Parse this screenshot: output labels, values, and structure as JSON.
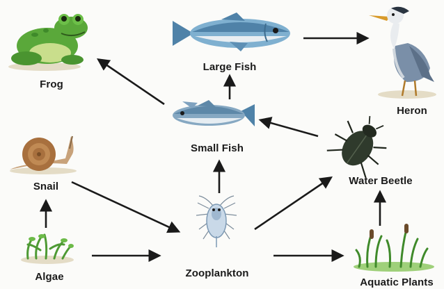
{
  "nodes": {
    "frog": {
      "label": "Frog",
      "icon": "frog-icon"
    },
    "large_fish": {
      "label": "Large Fish",
      "icon": "large-fish-icon"
    },
    "heron": {
      "label": "Heron",
      "icon": "heron-icon"
    },
    "small_fish": {
      "label": "Small Fish",
      "icon": "small-fish-icon"
    },
    "snail": {
      "label": "Snail",
      "icon": "snail-icon"
    },
    "water_beetle": {
      "label": "Water Beetle",
      "icon": "water-beetle-icon"
    },
    "algae": {
      "label": "Algae",
      "icon": "algae-icon"
    },
    "zooplankton": {
      "label": "Zooplankton",
      "icon": "zooplankton-icon"
    },
    "aquatic_plants": {
      "label": "Aquatic Plants",
      "icon": "aquatic-plants-icon"
    }
  },
  "edges": [
    {
      "from": "small_fish",
      "to": "frog"
    },
    {
      "from": "small_fish",
      "to": "large_fish"
    },
    {
      "from": "large_fish",
      "to": "heron"
    },
    {
      "from": "water_beetle",
      "to": "small_fish"
    },
    {
      "from": "zooplankton",
      "to": "small_fish"
    },
    {
      "from": "snail",
      "to": "zooplankton"
    },
    {
      "from": "algae",
      "to": "snail"
    },
    {
      "from": "algae",
      "to": "zooplankton"
    },
    {
      "from": "zooplankton",
      "to": "aquatic_plants"
    },
    {
      "from": "zooplankton",
      "to": "water_beetle"
    },
    {
      "from": "aquatic_plants",
      "to": "water_beetle"
    }
  ],
  "colors": {
    "arrow": "#1a1a1a",
    "frog": "#5aa83a",
    "fish": "#6f9fc0",
    "heron": "#7a8fa8",
    "snail": "#b07a45",
    "beetle": "#2f3a2c",
    "plants": "#4e9a34",
    "zooplankton": "#9fb8d0"
  }
}
